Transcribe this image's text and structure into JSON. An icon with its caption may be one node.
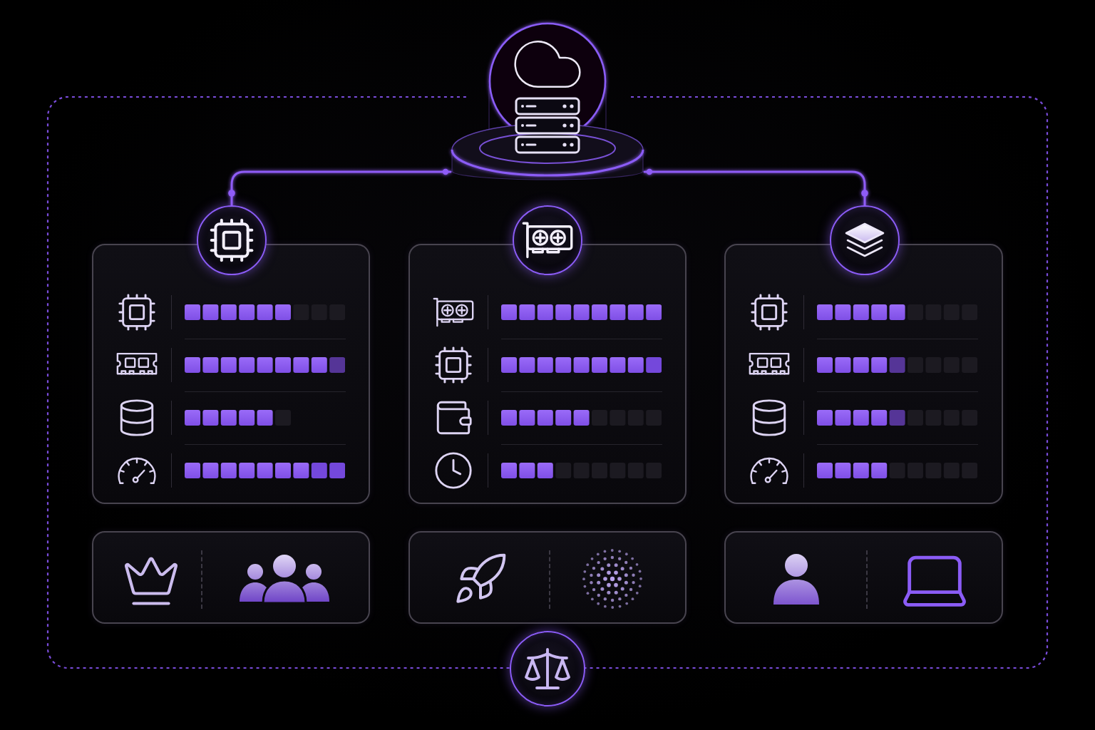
{
  "diagram": {
    "nodes": [
      {
        "text": [],
        "shape": "circle"
      },
      {
        "text": [],
        "shape": "box"
      },
      {
        "text": [],
        "shape": "circle",
        "in": 1
      },
      {
        "text": [],
        "shape": "circle",
        "in": 1
      },
      {
        "text": [],
        "shape": "circle",
        "in": 1
      },
      {
        "text": [],
        "shape": "box",
        "in": 1
      },
      {
        "text": [],
        "shape": "box",
        "in": 1
      },
      {
        "text": [],
        "shape": "box",
        "in": 1
      },
      {
        "text": [],
        "shape": "box",
        "in": 1
      },
      {
        "text": [],
        "shape": "box",
        "in": 1
      },
      {
        "text": [],
        "shape": "box",
        "in": 1
      },
      {
        "text": [],
        "shape": "circle"
      }
    ],
    "edges": [
      {
        "from": 0,
        "to": 2,
        "arrow": "other"
      },
      {
        "from": 0,
        "to": 3,
        "arrow": "other"
      },
      {
        "from": 0,
        "to": 4,
        "arrow": "other"
      },
      {
        "from": 5,
        "to": 8,
        "arrow": "to"
      },
      {
        "from": 6,
        "to": 9,
        "arrow": "to"
      },
      {
        "from": 7,
        "to": 10,
        "arrow": "to"
      }
    ]
  }
}
